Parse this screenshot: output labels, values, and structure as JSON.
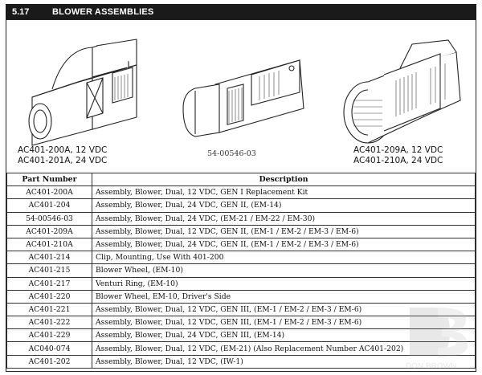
{
  "header": {
    "section_number": "5.17",
    "title": "BLOWER ASSEMBLIES"
  },
  "figures": {
    "left_label": [
      "AC401-200A, 12 VDC",
      "AC401-201A, 24 VDC"
    ],
    "center_label": "54-00546-03",
    "right_label": [
      "AC401-209A, 12 VDC",
      "AC401-210A, 24 VDC"
    ]
  },
  "table": {
    "headers": [
      "Part Number",
      "Description"
    ],
    "rows": [
      [
        "AC401-200A",
        "Assembly, Blower, Dual, 12 VDC, GEN I Replacement Kit"
      ],
      [
        "AC401-204",
        "Assembly, Blower, Dual, 24 VDC, GEN II, (EM-14)"
      ],
      [
        "54-00546-03",
        "Assembly, Blower, Dual, 24 VDC, (EM-21 / EM-22 / EM-30)"
      ],
      [
        "AC401-209A",
        "Assembly, Blower, Dual, 12 VDC, GEN II, (EM-1 / EM-2 / EM-3 / EM-6)"
      ],
      [
        "AC401-210A",
        "Assembly, Blower, Dual, 24 VDC, GEN II, (EM-1 / EM-2 / EM-3 / EM-6)"
      ],
      [
        "AC401-214",
        "Clip, Mounting, Use With 401-200"
      ],
      [
        "AC401-215",
        "Blower Wheel, (EM-10)"
      ],
      [
        "AC401-217",
        "Venturi Ring, (EM-10)"
      ],
      [
        "AC401-220",
        "Blower Wheel, EM-10, Driver's Side"
      ],
      [
        "AC401-221",
        "Assembly, Blower, Dual, 12 VDC, GEN III, (EM-1 / EM-2 / EM-3 / EM-6)"
      ],
      [
        "AC401-222",
        "Assembly, Blower, Dual, 12 VDC, GEN III, (EM-1 / EM-2 / EM-3 / EM-6)"
      ],
      [
        "AC401-229",
        "Assembly, Blower, Dual, 24 VDC, GEN III, (EM-14)"
      ],
      [
        "AC040-074",
        "Assembly, Blower, Dual, 12 VDC, (EM-21) (Also Replacement Number AC401-202)"
      ],
      [
        "AC401-202",
        "Assembly, Blower, Dual, 12 VDC, (IW-1)"
      ]
    ]
  },
  "watermark_text": "DON BROWN"
}
